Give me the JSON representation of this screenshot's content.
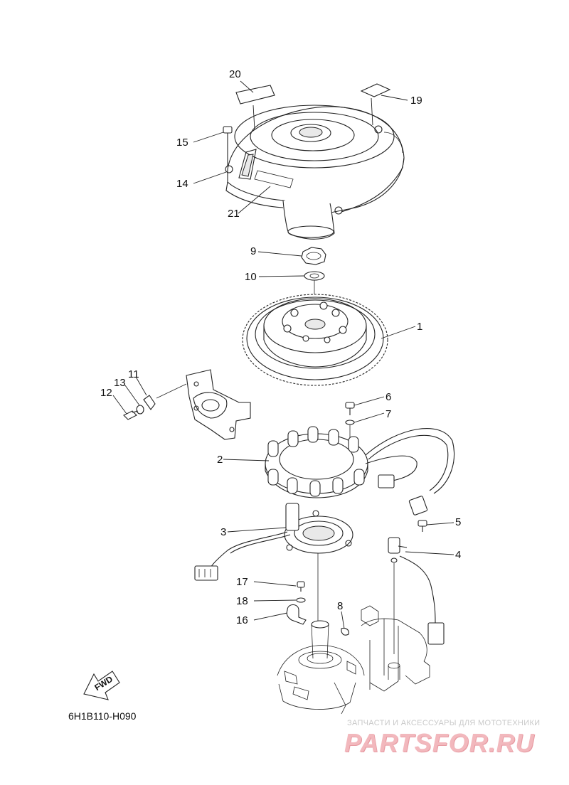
{
  "diagram": {
    "code": "6H1B110-H090",
    "fwd_label": "FWD",
    "callouts": [
      {
        "id": "1",
        "label": "1"
      },
      {
        "id": "2",
        "label": "2"
      },
      {
        "id": "3",
        "label": "3"
      },
      {
        "id": "4",
        "label": "4"
      },
      {
        "id": "5",
        "label": "5"
      },
      {
        "id": "6",
        "label": "6"
      },
      {
        "id": "7",
        "label": "7"
      },
      {
        "id": "8",
        "label": "8"
      },
      {
        "id": "9",
        "label": "9"
      },
      {
        "id": "10",
        "label": "10"
      },
      {
        "id": "11",
        "label": "11"
      },
      {
        "id": "12",
        "label": "12"
      },
      {
        "id": "13",
        "label": "13"
      },
      {
        "id": "14",
        "label": "14"
      },
      {
        "id": "15",
        "label": "15"
      },
      {
        "id": "16",
        "label": "16"
      },
      {
        "id": "17",
        "label": "17"
      },
      {
        "id": "18",
        "label": "18"
      },
      {
        "id": "19",
        "label": "19"
      },
      {
        "id": "20",
        "label": "20"
      },
      {
        "id": "21",
        "label": "21"
      }
    ]
  },
  "watermark": {
    "tagline": "ЗАПЧАСТИ И АКСЕССУАРЫ ДЛЯ МОТОТЕХНИКИ",
    "logo_text": "PARTSFOR.RU"
  }
}
